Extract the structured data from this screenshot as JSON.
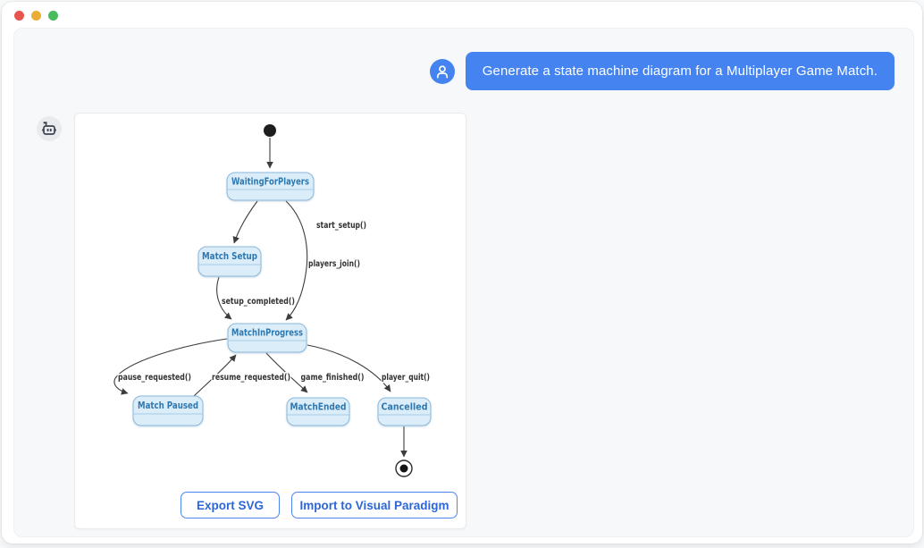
{
  "window": {
    "controls": {
      "close": "close",
      "minimize": "minimize",
      "zoom": "zoom"
    }
  },
  "colors": {
    "accent": "#4584f0",
    "panel-bg": "#f6f8fa",
    "card-bg": "#ffffff",
    "state-fill": "#dcedfa",
    "state-border": "#8bb8da",
    "state-sep": "#a9cbe4",
    "state-text": "#2e78b0",
    "edge": "#3d3d3d",
    "edge-label": "#333333",
    "button-border": "#4d87ee",
    "button-text": "#2c66d9",
    "tl-red": "#e8544e",
    "tl-yellow": "#e9ae35",
    "tl-green": "#48bb5c",
    "bot-avatar-bg": "#e9ebee",
    "bot-icon": "#3f4450"
  },
  "chat": {
    "user_message": "Generate a state machine diagram for a Multiplayer Game Match."
  },
  "diagram": {
    "type": "state-machine",
    "has_initial_state": true,
    "has_final_state": true,
    "states": [
      {
        "name": "WaitingForPlayers"
      },
      {
        "name": "Match Setup"
      },
      {
        "name": "MatchInProgress"
      },
      {
        "name": "Match Paused"
      },
      {
        "name": "MatchEnded"
      },
      {
        "name": "Cancelled"
      }
    ],
    "transitions": [
      {
        "from": "initial",
        "to": "WaitingForPlayers",
        "label": ""
      },
      {
        "from": "WaitingForPlayers",
        "to": "Match Setup",
        "label": "start_setup()"
      },
      {
        "from": "WaitingForPlayers",
        "to": "MatchInProgress",
        "label": "players_join()"
      },
      {
        "from": "Match Setup",
        "to": "MatchInProgress",
        "label": "setup_completed()"
      },
      {
        "from": "MatchInProgress",
        "to": "Match Paused",
        "label": "pause_requested()"
      },
      {
        "from": "Match Paused",
        "to": "MatchInProgress",
        "label": "resume_requested()"
      },
      {
        "from": "MatchInProgress",
        "to": "MatchEnded",
        "label": "game_finished()"
      },
      {
        "from": "MatchInProgress",
        "to": "Cancelled",
        "label": "player_quit()"
      },
      {
        "from": "Cancelled",
        "to": "final",
        "label": ""
      }
    ]
  },
  "actions": {
    "export_label": "Export SVG",
    "import_label": "Import to Visual Paradigm"
  }
}
